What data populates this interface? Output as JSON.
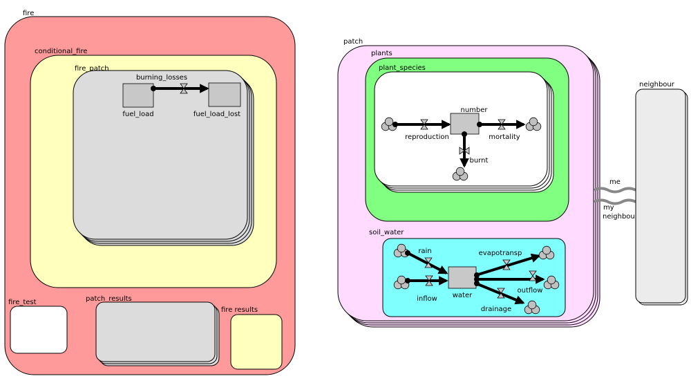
{
  "colors": {
    "fire": "#fe9a9a",
    "conditional_fire": "#ffffbe",
    "fire_patch": "#dcdcdc",
    "patch": "#ffdcff",
    "plants": "#80ff80",
    "plant_species": "#ffffff",
    "soil_water": "#80ffff",
    "neighbour": "#ececec",
    "stock": "#c8c8c8",
    "cloud": "#c0c0c0"
  },
  "submodels": {
    "fire": "fire",
    "conditional_fire": "conditional_fire",
    "fire_patch": "fire_patch",
    "fire_test": "fire_test",
    "patch_results": "patch_results",
    "fire_results": "fire results",
    "patch": "patch",
    "plants": "plants",
    "plant_species": "plant_species",
    "soil_water": "soil_water",
    "neighbour": "neighbour"
  },
  "stocks": {
    "fuel_load": "fuel_load",
    "fuel_load_lost": "fuel_load_lost",
    "number": "number",
    "water": "water"
  },
  "flows": {
    "burning_losses": "burning_losses",
    "reproduction": "reproduction",
    "mortality": "mortality",
    "burnt": "burnt",
    "rain": "rain",
    "inflow": "inflow",
    "evapotransp": "evapotransp",
    "outflow": "outflow",
    "drainage": "drainage"
  },
  "relations": {
    "me": "me",
    "my": "my",
    "neighbour": "neighbour"
  },
  "icons": [
    "cloud-icon",
    "valve-icon",
    "flow-arrow-icon"
  ]
}
